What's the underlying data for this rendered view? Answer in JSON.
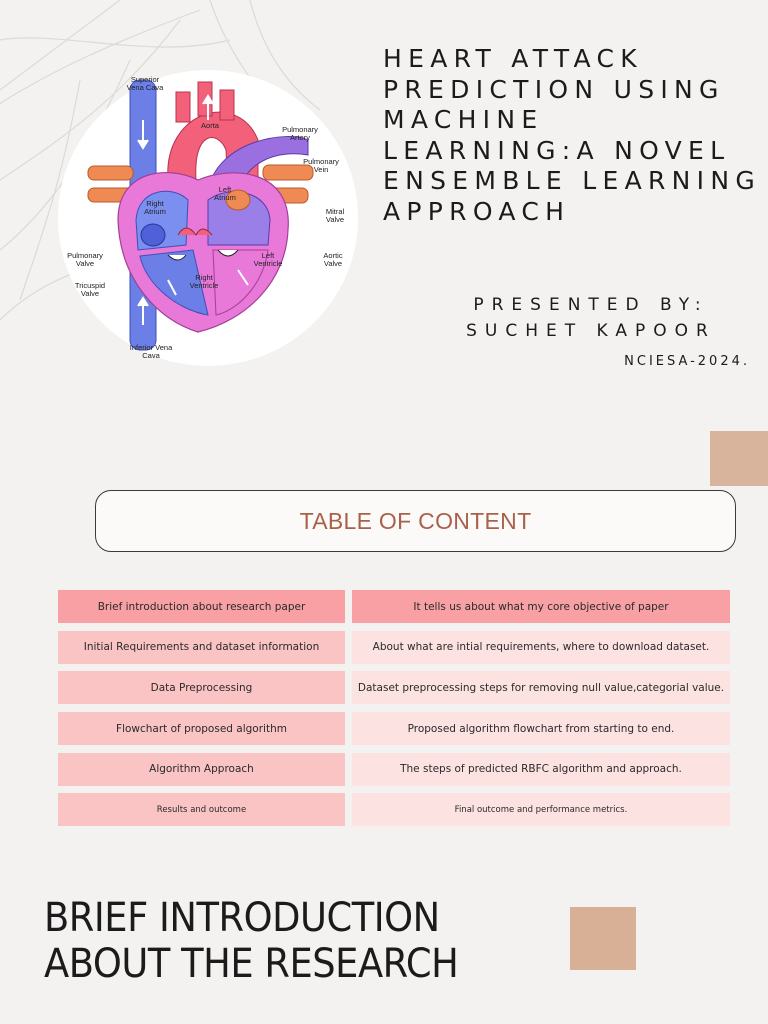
{
  "header": {
    "title": "HEART ATTACK PREDICTION USING MACHINE LEARNING:A NOVEL ENSEMBLE LEARNING APPROACH",
    "presented_by_label": "PRESENTED BY:",
    "presenter": "SUCHET KAPOOR",
    "conference": "NCIESA-2024."
  },
  "diagram": {
    "labels": {
      "superior_vena_cava": "Superior Vena Cava",
      "aorta": "Aorta",
      "pulmonary_artery": "Pulmonary Artery",
      "pulmonary_vein": "Pulmonary Vein",
      "left_atrium": "Left Atrium",
      "right_atrium": "Right Atrium",
      "mitral_valve": "Mitral Valve",
      "pulmonary_valve": "Pulmonary Valve",
      "aortic_valve": "Aortic Valve",
      "left_ventricle": "Left Ventricle",
      "right_ventricle": "Right Ventricle",
      "tricuspid_valve": "Tricuspid Valve",
      "inferior_vena_cava": "Inferior Vena Cava"
    }
  },
  "toc": {
    "title": "TABLE OF CONTENT",
    "rows": [
      {
        "topic": "Brief introduction about research paper",
        "description": "It tells us about  what my core objective  of paper"
      },
      {
        "topic": "Initial Requirements and dataset information",
        "description": "About what are intial requirements, where to download dataset."
      },
      {
        "topic": "Data Preprocessing",
        "description": "Dataset  preprocessing steps for removing null value,categorial value."
      },
      {
        "topic": "Flowchart of proposed algorithm",
        "description": "Proposed algorithm flowchart from starting to end."
      },
      {
        "topic": "Algorithm Approach",
        "description": "The steps of predicted RBFC algorithm and approach."
      },
      {
        "topic": "Results and outcome",
        "description": "Final outcome and  performance metrics."
      }
    ]
  },
  "section": {
    "heading_line1": "BRIEF INTRODUCTION",
    "heading_line2": "ABOUT THE RESEARCH"
  },
  "colors": {
    "accent_square": "#d8b49c",
    "toc_title": "#a9624a",
    "row_header": "#f8a0a4",
    "row_left": "#fbc4c4",
    "row_right": "#fde2e2"
  }
}
